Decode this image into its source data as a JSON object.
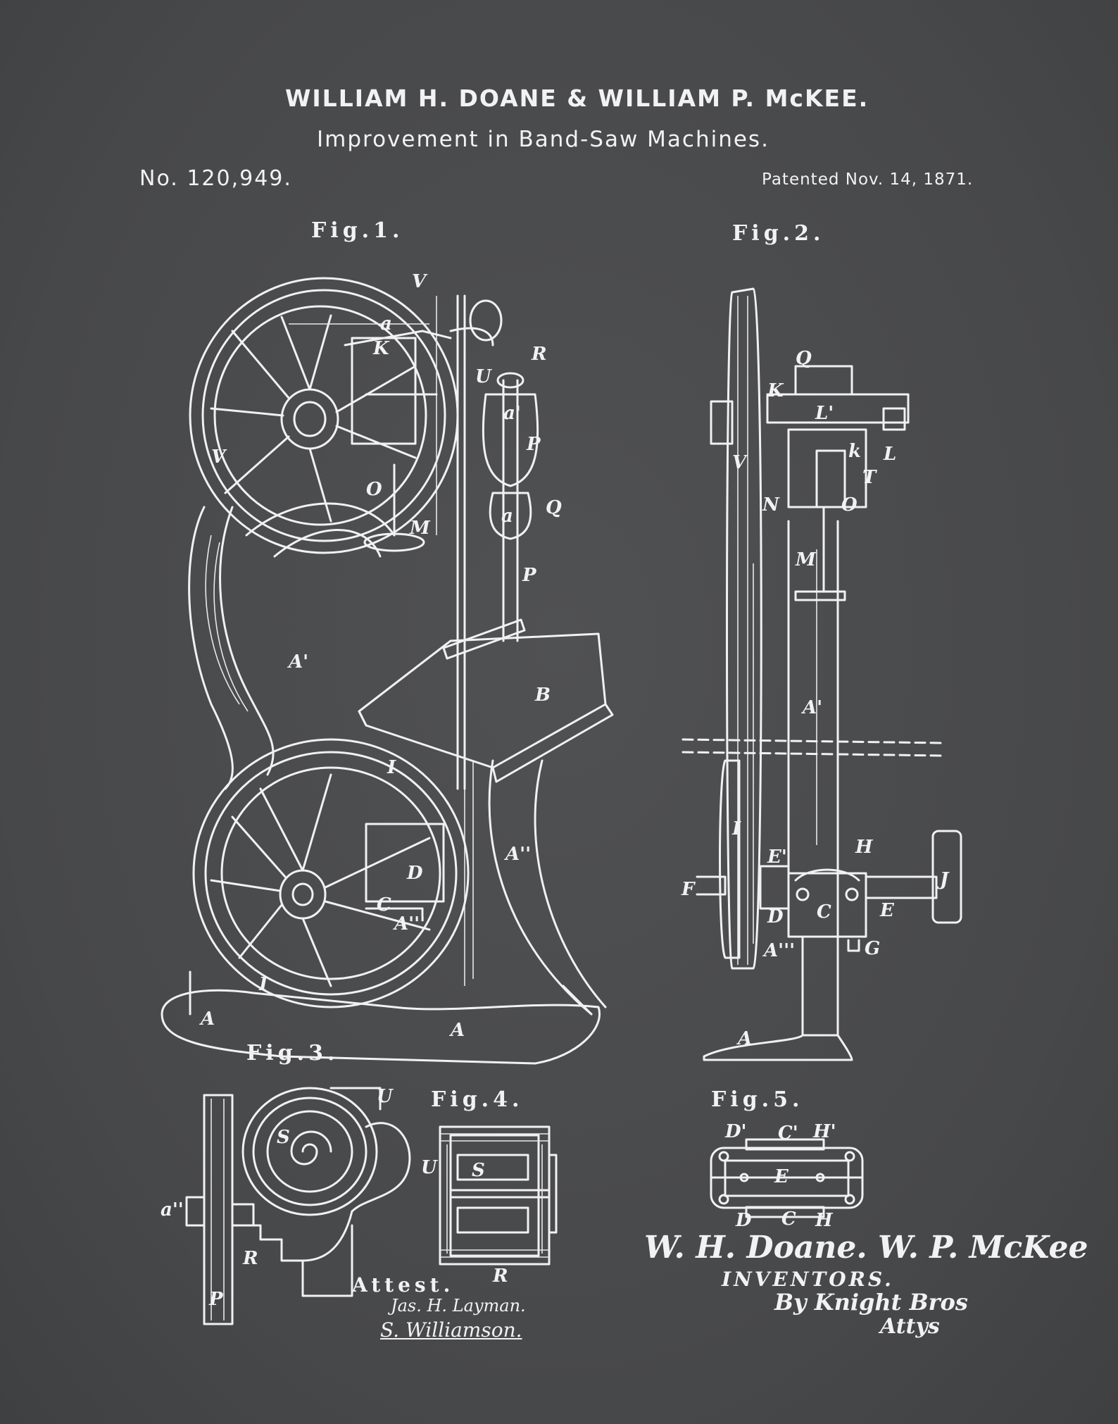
{
  "header": {
    "inventors_line": "WILLIAM H. DOANE & WILLIAM P. McKEE.",
    "title": "Improvement in Band-Saw Machines.",
    "patent_number": "No. 120,949.",
    "patent_date": "Patented Nov. 14, 1871."
  },
  "figures": {
    "fig1": "Fig.1.",
    "fig2": "Fig.2.",
    "fig3": "Fig.3.",
    "fig4": "Fig.4.",
    "fig5": "Fig.5."
  },
  "labels": {
    "fig1": [
      "V",
      "a",
      "K",
      "R",
      "U",
      "a'",
      "P",
      "V",
      "O",
      "M",
      "a",
      "Q",
      "P",
      "A'",
      "B",
      "I",
      "A''",
      "D",
      "C",
      "A'''",
      "I",
      "A",
      "A"
    ],
    "fig2": [
      "Q",
      "K",
      "L'",
      "k",
      "L",
      "V",
      "T",
      "N",
      "O",
      "M",
      "A'",
      "I",
      "H",
      "F",
      "E'",
      "D",
      "C",
      "E",
      "J",
      "A'''",
      "G",
      "A"
    ],
    "fig3": [
      "U",
      "S",
      "a''",
      "R",
      "P"
    ],
    "fig4": [
      "S",
      "U",
      "R"
    ],
    "fig5": [
      "D'",
      "C'",
      "H'",
      "E",
      "D",
      "C",
      "H"
    ]
  },
  "signatures": {
    "attest": "Attest.",
    "witness1": "Jas. H. Layman.",
    "witness2": "S. Williamson.",
    "inventors_signature": "W. H. Doane. W. P. McKee",
    "inventors_caption": "INVENTORS.",
    "attorneys": "By Knight Bros",
    "attorneys_suffix": "Attys"
  },
  "colors": {
    "background": "#4a4b4d",
    "ink": "#f1f1f1"
  }
}
